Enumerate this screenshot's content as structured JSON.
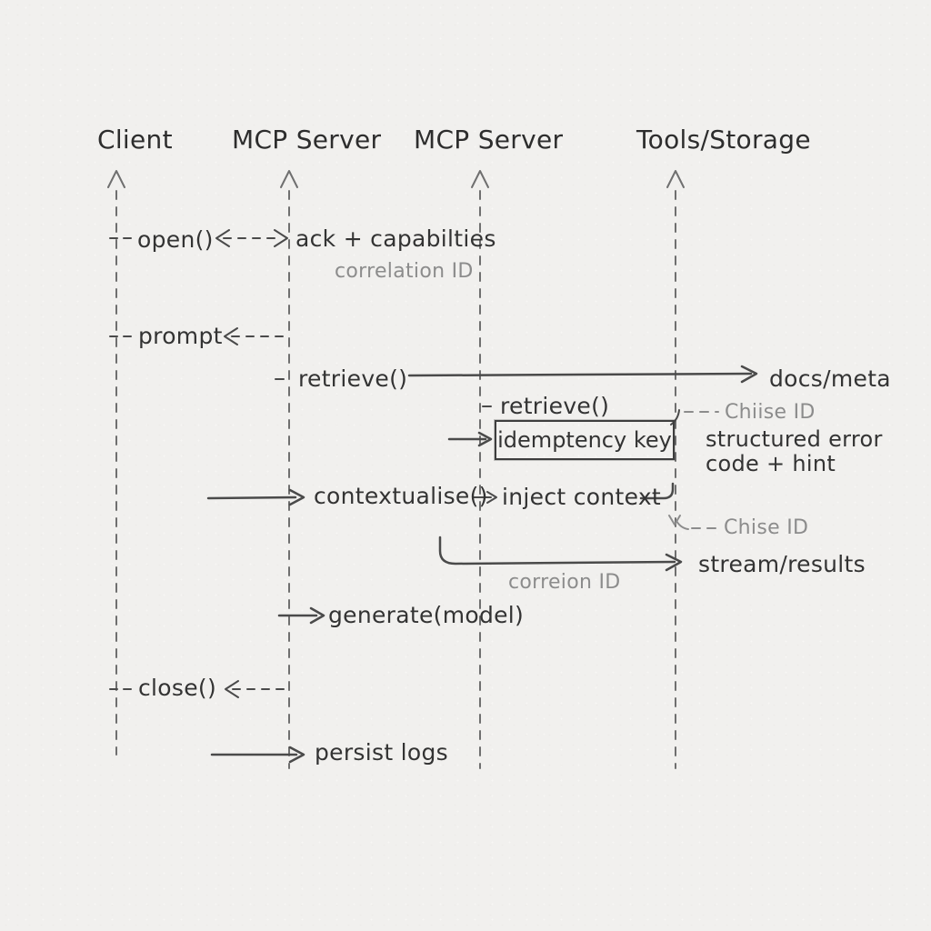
{
  "diagram_type": "sequence-diagram",
  "colors": {
    "paper": "#f1f0ee",
    "ink": "#333333",
    "muted_text": "#8c8c8c",
    "arrow": "#4a4a4a",
    "lifeline": "#6f6f6f"
  },
  "lifelines": [
    {
      "name": "Client"
    },
    {
      "name": "MCP Server"
    },
    {
      "name": "MCP Server"
    },
    {
      "name": "Tools/Storage"
    }
  ],
  "messages": {
    "open": "open()",
    "ack_capabilities": "ack + capabilties",
    "correlation_id": "correlation ID",
    "prompt": "prompt",
    "retrieve_1": "retrieve()",
    "docs_meta": "docs/meta",
    "retrieve_2": "retrieve()",
    "idempotency_key": "idemptency key",
    "chiise_id": "Chiise ID",
    "structured_error": "structured error",
    "code_hint": "code + hint",
    "contextualise": "contextualise()",
    "inject_context": "inject context",
    "chise_id": "Chise ID",
    "stream_results": "stream/results",
    "correion_id": "correion ID",
    "generate_model": "generate(model)",
    "close": "close()",
    "persist_logs": "persist logs"
  }
}
